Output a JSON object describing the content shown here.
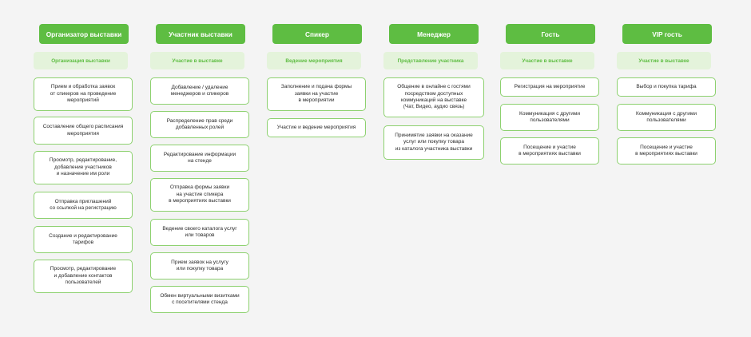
{
  "columns": [
    {
      "header": "Организатор выставки",
      "subheader": "Организация выставки",
      "cards": [
        "Прием и обработка заявок\nот спикеров на проведение\nмероприятий",
        "Составление общего расписания\nмероприятия",
        "Просмотр, редактирование,\nдобавление участников\nи назначение им роли",
        "Отправка приглашений\nсо ссылкой на регистрацию",
        "Создание и редактирование\nтарифов",
        "Просмотр, редактирование\nи добавление контактов\nпользователей"
      ]
    },
    {
      "header": "Участник выставки",
      "subheader": "Участие в выставке",
      "cards": [
        "Добавление / удаление\nменеджеров и спикеров",
        "Распределение прав среди\nдобавленных ролей",
        "Редактирование информации\nна стенде",
        "Отправка формы заявки\nна участие спикера\nв мероприятиях выставки",
        "Ведение своего каталога услуг\nили товаров",
        "Прием заявок на услугу\nили покупку товара",
        "Обмен виртуальными визитками\nс посетителями стенда"
      ]
    },
    {
      "header": "Спикер",
      "subheader": "Ведение мероприятия",
      "cards": [
        "Заполнение и подача формы\nзаявки на участие\nв мероприятии",
        "Участие и ведение мероприятия"
      ]
    },
    {
      "header": "Менеджер",
      "subheader": "Представление участника",
      "cards": [
        "Общение в онлайне с гостями\nпосредством доступных\nкоммуникаций на выставке\n(Чат, Видео, аудио связь)",
        "Принимятие заявки на оказание\nуслуг или покупку товара\nиз каталога участника выставки"
      ]
    },
    {
      "header": "Гость",
      "subheader": "Участие в выставке",
      "cards": [
        "Регистрация на мероприятие",
        "Коммуникация с другими\nпользователями",
        "Посещение и участие\nв мероприятиях выставки"
      ]
    },
    {
      "header": "VIP гость",
      "subheader": "Участие в выставке",
      "cards": [
        "Выбор и покупка тарифа",
        "Коммуникация с другими\nпользователями",
        "Посещение и участие\nв мероприятиях выставки"
      ]
    }
  ],
  "colors": {
    "header_bg": "#5ebd42",
    "subheader_bg": "#e4f3db",
    "card_border": "#8dd16f",
    "page_bg": "#f4f4f4"
  }
}
